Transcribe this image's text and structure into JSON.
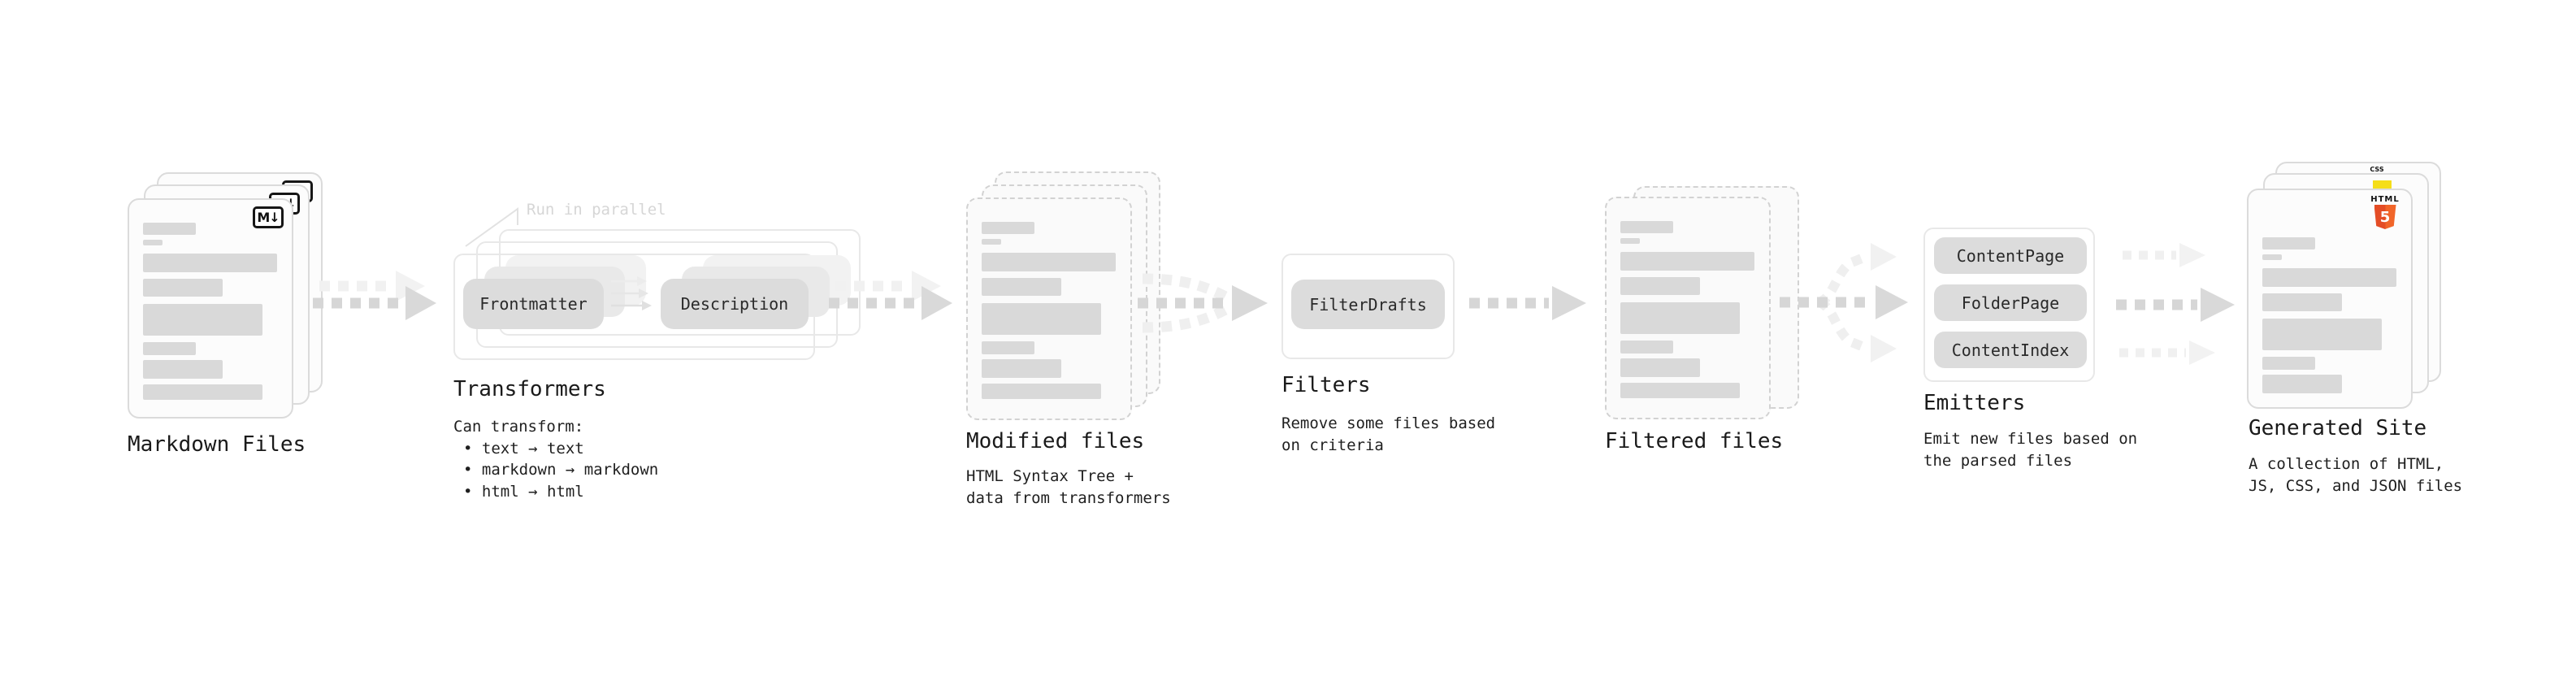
{
  "markdown": {
    "label": "Markdown Files",
    "icon": "M↓"
  },
  "transformers": {
    "note": "Run in parallel",
    "chip_left": "Frontmatter",
    "chip_right": "Description",
    "title": "Transformers",
    "heading": "Can transform:",
    "bullets": [
      "• text → text",
      "• markdown → markdown",
      "• html → html"
    ]
  },
  "modified": {
    "title": "Modified files",
    "desc": [
      "HTML Syntax Tree +",
      "data from transformers"
    ]
  },
  "filters": {
    "chip": "FilterDrafts",
    "title": "Filters",
    "desc": [
      "Remove some files based",
      "on criteria"
    ]
  },
  "filtered": {
    "title": "Filtered files"
  },
  "emitters": {
    "chips": [
      "ContentPage",
      "FolderPage",
      "ContentIndex"
    ],
    "title": "Emitters",
    "desc": [
      "Emit new files based on",
      "the parsed files"
    ]
  },
  "generated": {
    "title": "Generated Site",
    "desc": [
      "A collection of HTML,",
      "JS, CSS, and JSON files"
    ],
    "html5_label": "HTML",
    "html5_number": "5",
    "css_label": "CSS"
  },
  "colors": {
    "html5_orange": "#e44d26",
    "js_yellow": "#f5de19",
    "css_blue": "#2760e5",
    "dark_arrow": "#d6d6d6",
    "light_arrow": "#efefef"
  }
}
